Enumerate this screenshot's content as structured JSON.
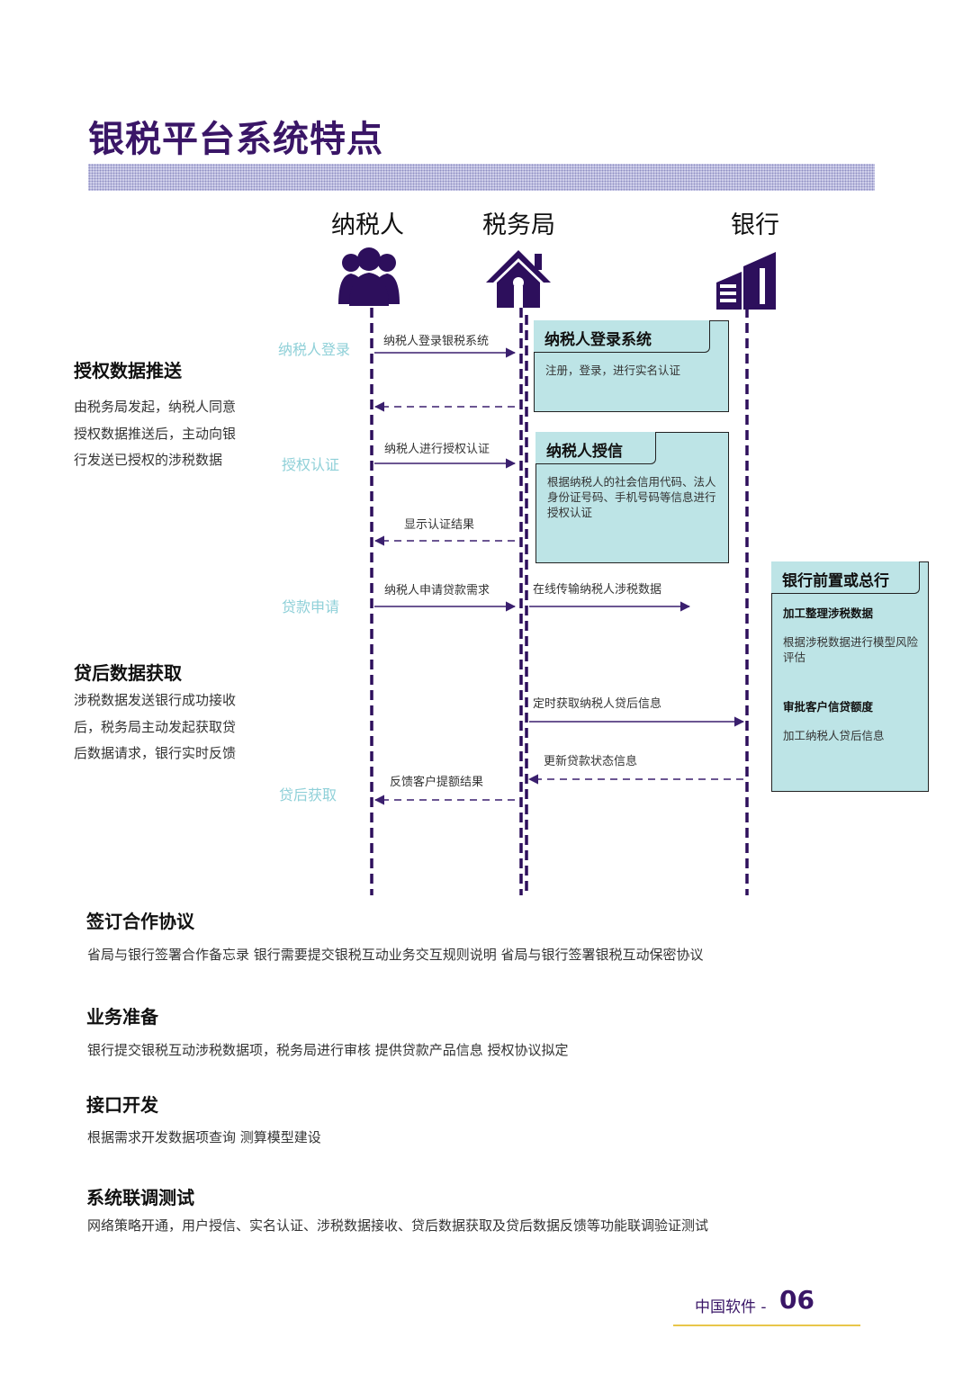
{
  "page": {
    "title": "银税平台系统特点"
  },
  "actors": [
    {
      "label": "纳税人",
      "icon": "people-group-icon"
    },
    {
      "label": "税务局",
      "icon": "house-icon"
    },
    {
      "label": "银行",
      "icon": "bank-building-icon"
    }
  ],
  "left_sections": {
    "auth_push": {
      "heading": "授权数据推送",
      "lines": [
        "由税务局发起，纳税人同意",
        "授权数据推送后，主动向银",
        "行发送已授权的涉税数据"
      ]
    },
    "post_loan": {
      "heading": "贷后数据获取",
      "lines": [
        "涉税数据发送银行成功接收",
        "后，税务局主动发起获取贷",
        "后数据请求，银行实时反馈"
      ]
    }
  },
  "steps": {
    "login": "纳税人登录",
    "auth": "授权认证",
    "loan_apply": "贷款申请",
    "post_loan": "贷后获取"
  },
  "messages": {
    "m1": "纳税人登录银税系统",
    "m2": "纳税人进行授权认证",
    "m3": "显示认证结果",
    "m4": "纳税人申请贷款需求",
    "m5": "在线传输纳税人涉税数据",
    "m6": "定时获取纳税人贷后信息",
    "m7": "更新贷款状态信息",
    "m8": "反馈客户提额结果"
  },
  "cards": {
    "login": {
      "title": "纳税人登录系统",
      "body": "注册，登录，进行实名认证"
    },
    "authorize": {
      "title": "纳税人授信",
      "body": "根据纳税人的社会信用代码、法人身份证号码、手机号码等信息进行授权认证"
    },
    "bank": {
      "title": "银行前置或总行",
      "b1": "加工整理涉税数据",
      "t1": "根据涉税数据进行模型风险评估",
      "b2": "审批客户信贷额度",
      "t2": "加工纳税人贷后信息"
    }
  },
  "sections": [
    {
      "heading": "签订合作协议",
      "text": "省局与银行签署合作备忘录  银行需要提交银税互动业务交互规则说明   省局与银行签署银税互动保密协议"
    },
    {
      "heading": "业务准备",
      "text": "银行提交银税互动涉税数据项，税务局进行审核   提供贷款产品信息   授权协议拟定"
    },
    {
      "heading": "接口开发",
      "text": "根据需求开发数据项查询   测算模型建设"
    },
    {
      "heading": "系统联调测试",
      "text": "网络策略开通，用户授信、实名认证、涉税数据接收、贷后数据获取及贷后数据反馈等功能联调验证测试"
    }
  ],
  "footer": {
    "brand": "中国软件 -",
    "page_number": "06"
  },
  "colors": {
    "purple": "#3a1667",
    "line_purple": "#2d0f5c",
    "teal_card": "#bde4e6",
    "step_teal": "#8fd0d8",
    "gold": "#e8c64a"
  }
}
